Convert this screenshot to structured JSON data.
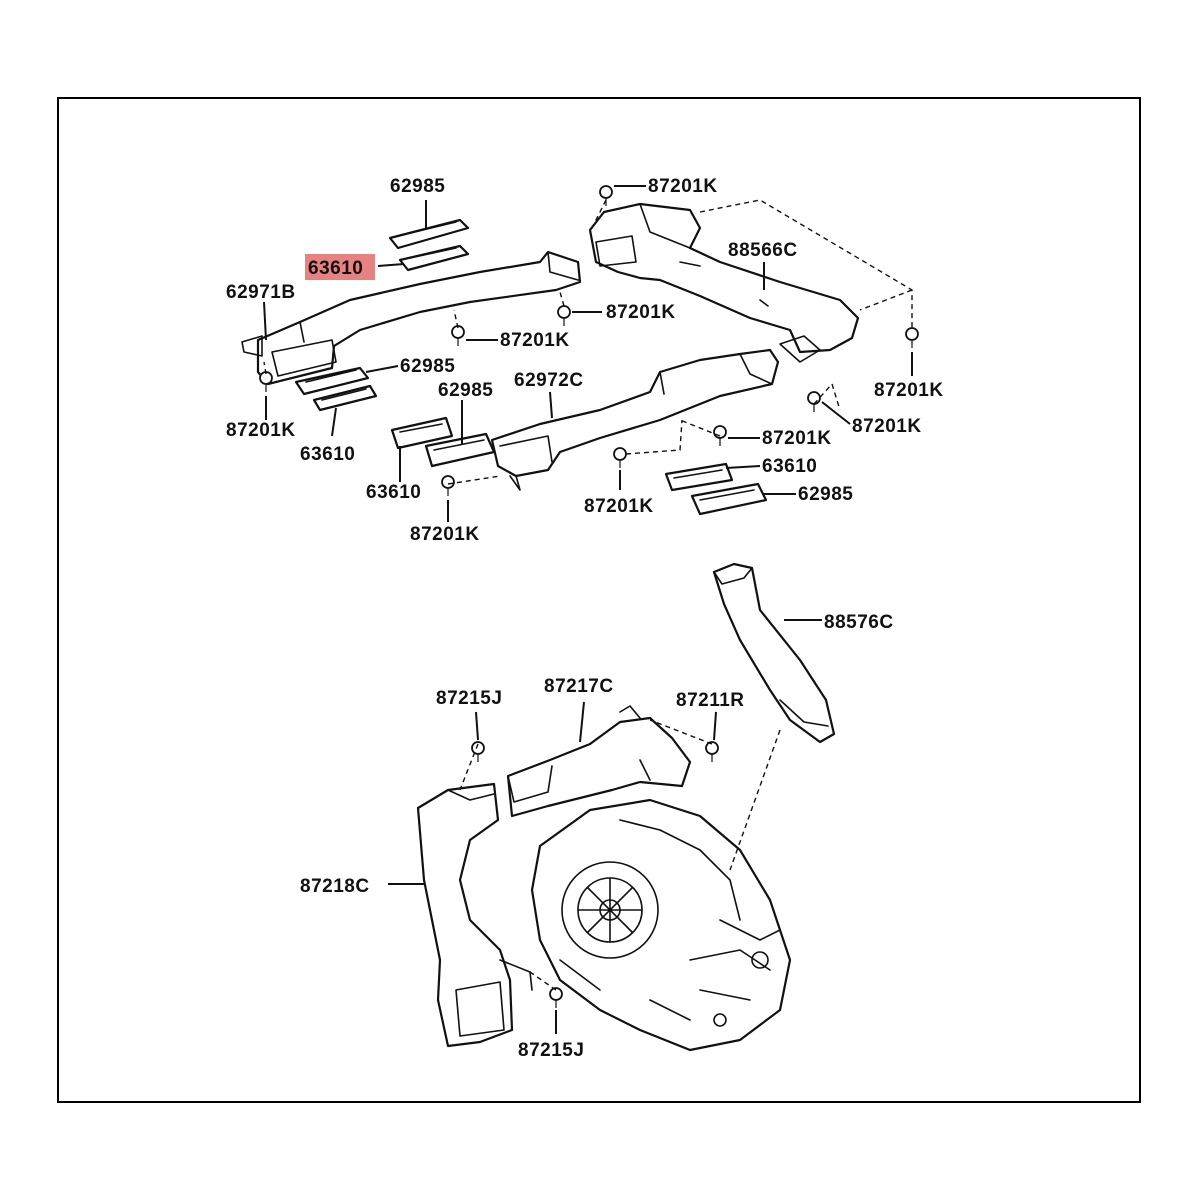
{
  "colors": {
    "highlight": "#e57373",
    "line": "#111111",
    "background": "#ffffff"
  },
  "highlighted_part": "63610",
  "labels": {
    "p62985_top": "62985",
    "p63610_top": "63610",
    "p62971B": "62971B",
    "p62985_mid": "62985",
    "p87201K_l1": "87201K",
    "p63610_l": "63610",
    "p87201K_top": "87201K",
    "p88566C": "88566C",
    "p87201K_c1": "87201K",
    "p87201K_c2": "87201K",
    "p87201K_r1": "87201K",
    "p87201K_r2": "87201K",
    "p62985_c": "62985",
    "p62972C": "62972C",
    "p87201K_r3": "87201K",
    "p63610_b": "63610",
    "p87201K_b1": "87201K",
    "p63610_r": "63610",
    "p62985_r": "62985",
    "p87201K_b2": "87201K",
    "p88576C": "88576C",
    "p87215J_top": "87215J",
    "p87217C": "87217C",
    "p87211R": "87211R",
    "p87218C": "87218C",
    "p87215J_bot": "87215J"
  }
}
